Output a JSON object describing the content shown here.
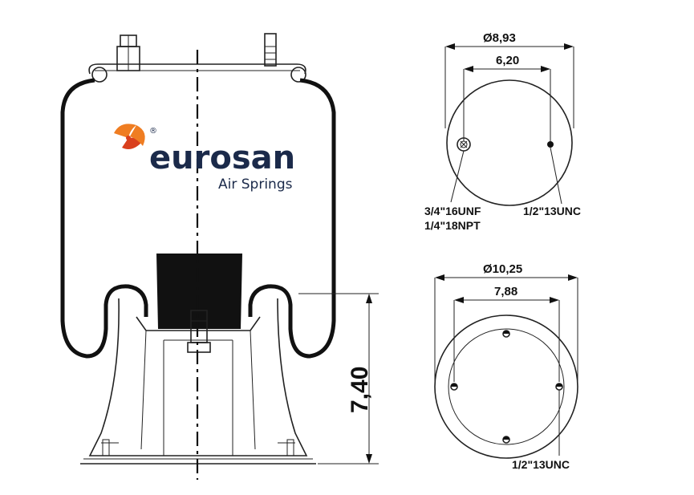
{
  "brand": {
    "name": "eurosan",
    "tagline": "Air Springs",
    "registered": "®",
    "colors": {
      "text": "#1b2a4a",
      "orange": "#ef7d22",
      "red": "#d9401d"
    }
  },
  "height_dimension": "7,40",
  "top_plate": {
    "outer_diameter": "Ø8,93",
    "bolt_spacing": "6,20",
    "air_fitting_label_line1": "3/4\"16UNF",
    "air_fitting_label_line2": "1/4\"18NPT",
    "stud_label": "1/2\"13UNC"
  },
  "bottom_piston": {
    "outer_diameter": "Ø10,25",
    "bolt_circle": "7,88",
    "thread_label": "1/2\"13UNC"
  },
  "colors": {
    "line": "#111111",
    "bumper": "#111111",
    "background": "#ffffff"
  }
}
